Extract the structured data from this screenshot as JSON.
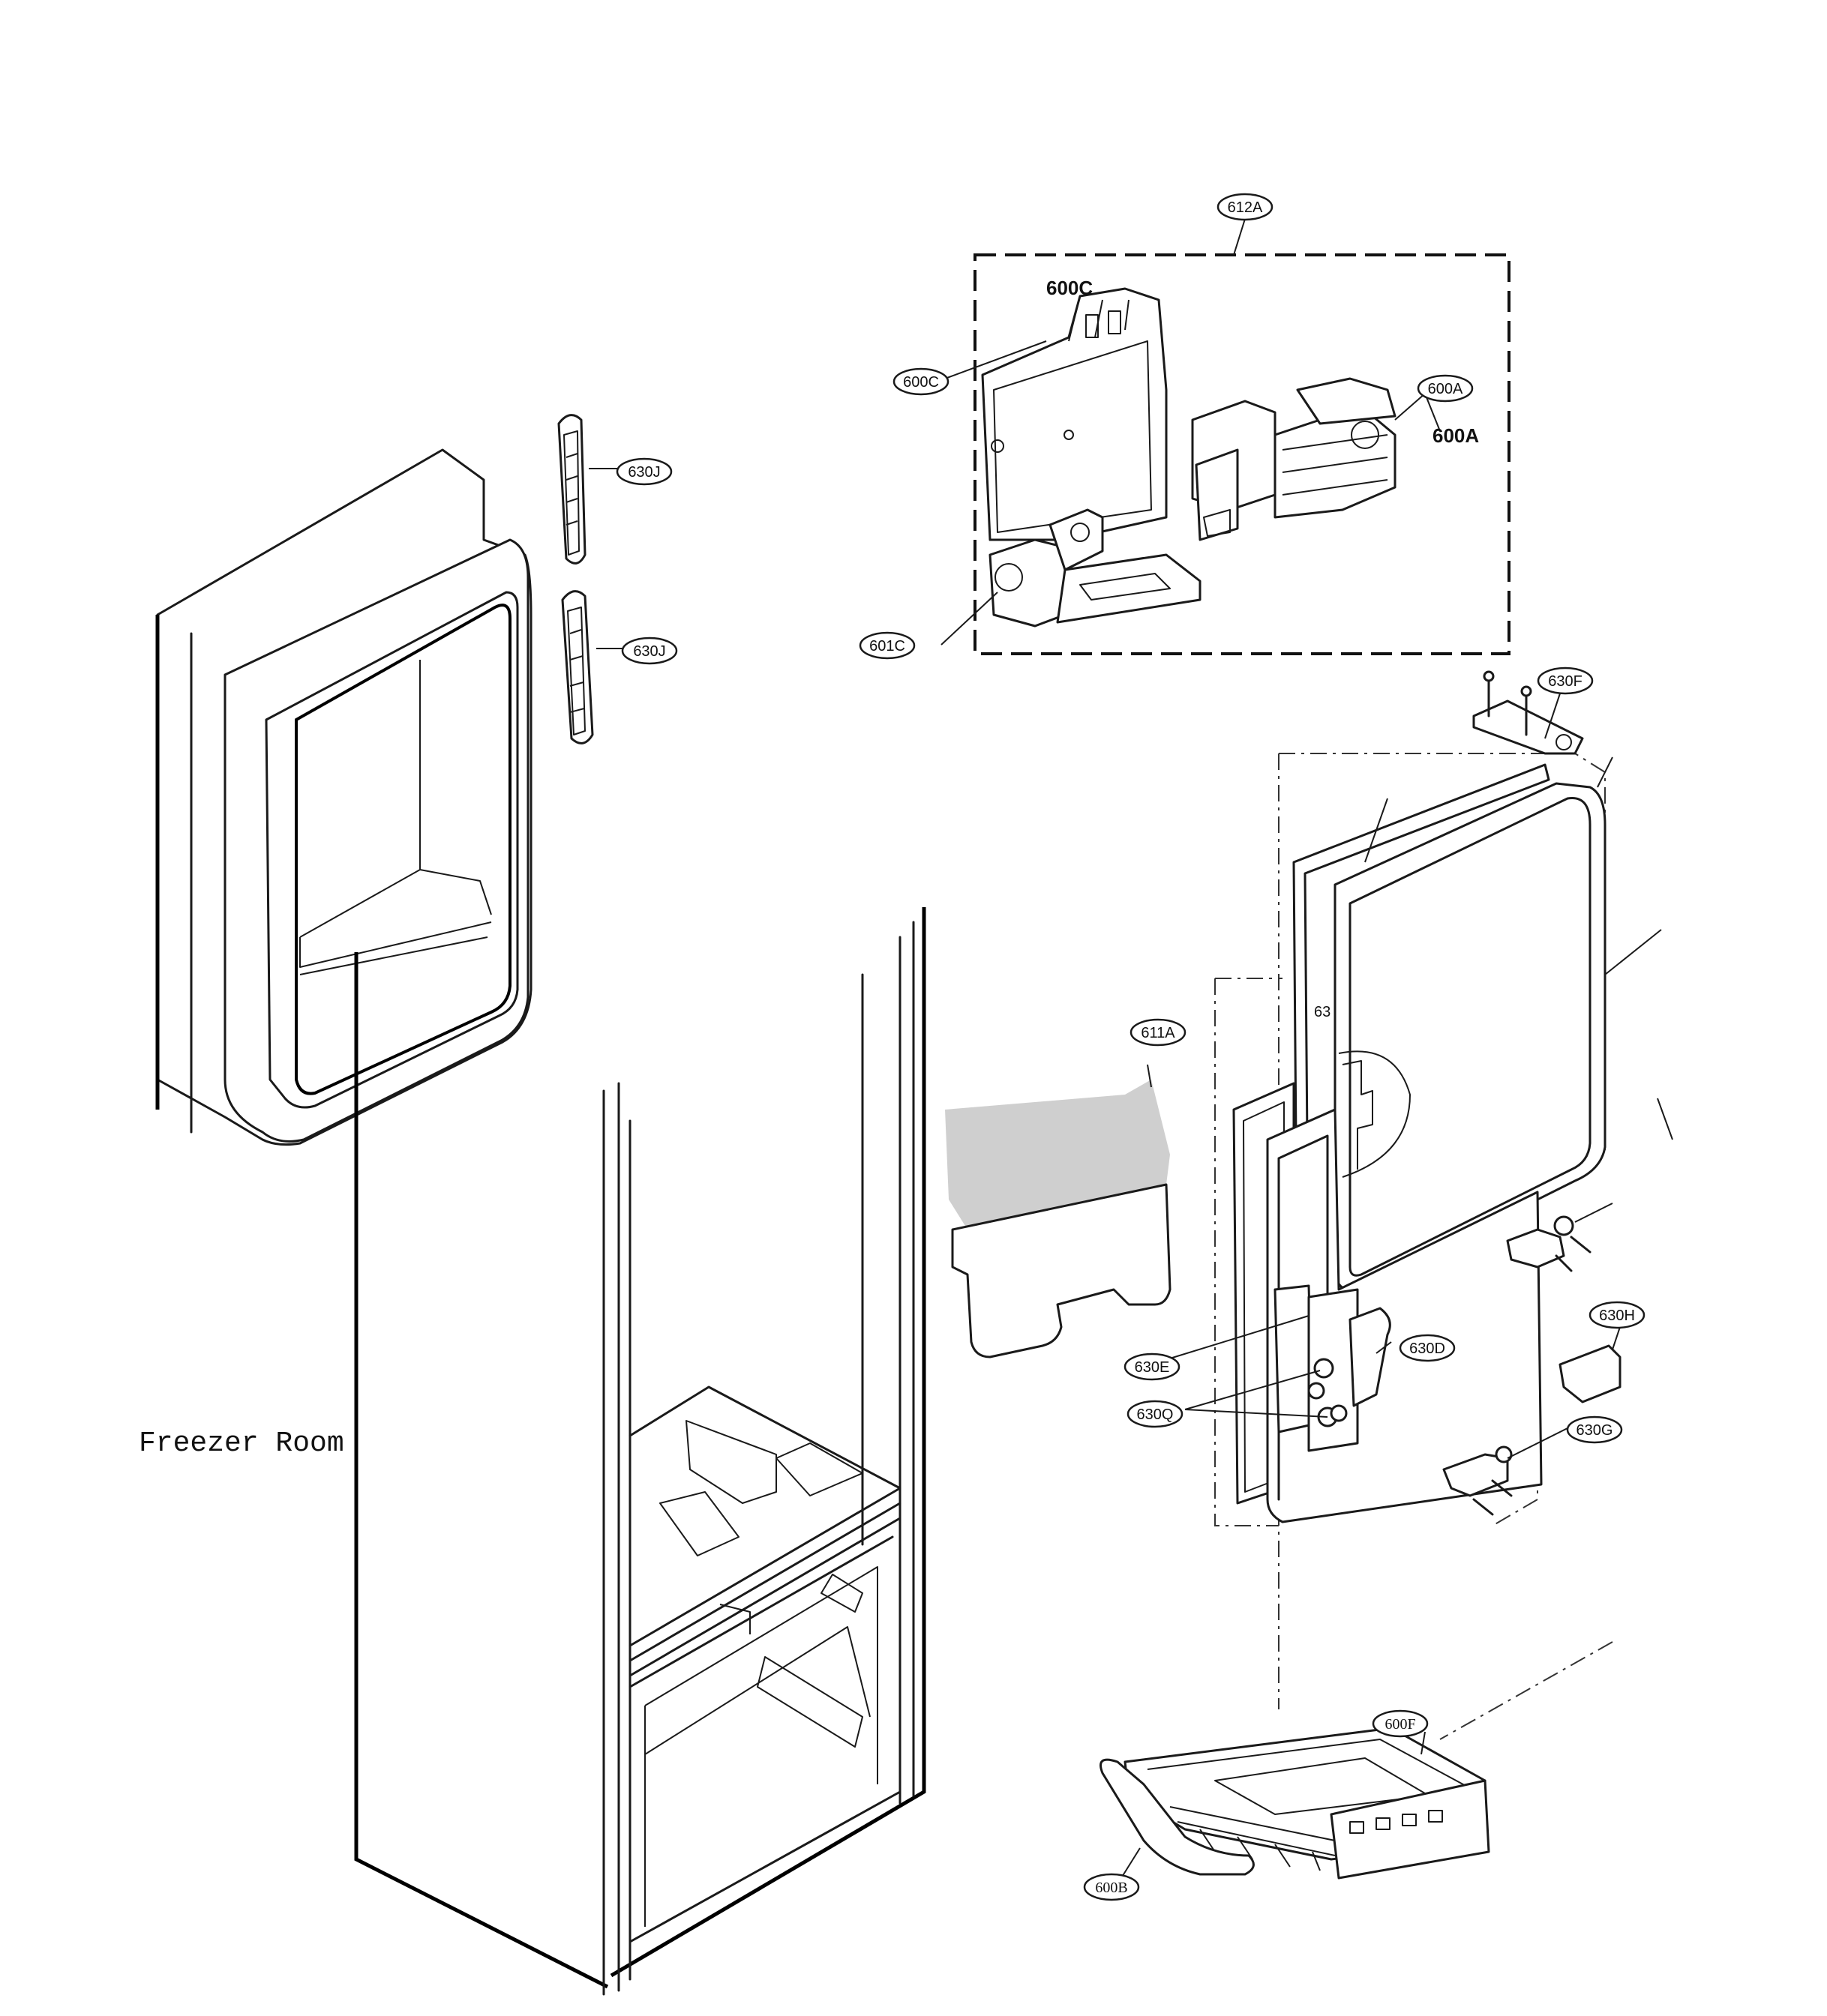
{
  "callouts": {
    "c612A": "612A",
    "c600C": "600C",
    "c600A": "600A",
    "c601C": "601C",
    "c630J_top": "630J",
    "c630J_bottom": "630J",
    "c630F": "630F",
    "c611A": "611A",
    "c630E": "630E",
    "c630D": "630D",
    "c630Q": "630Q",
    "c630H": "630H",
    "c630G": "630G",
    "c600F": "600F",
    "c600B": "600B",
    "c63_partial": "63"
  },
  "labels": {
    "bold_600C": "600C",
    "bold_600A": "600A",
    "room_name": "Freezer Room"
  }
}
